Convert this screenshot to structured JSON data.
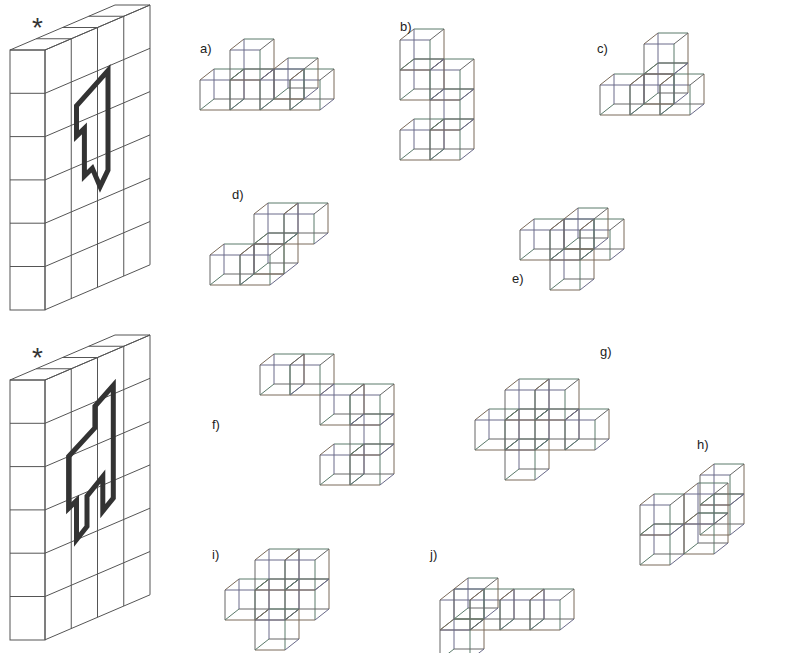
{
  "diagram": {
    "labels": [
      "*",
      "a)",
      "b)",
      "c)",
      "d)",
      "e)",
      "*",
      "f)",
      "g)",
      "h)",
      "i)",
      "j)"
    ]
  }
}
